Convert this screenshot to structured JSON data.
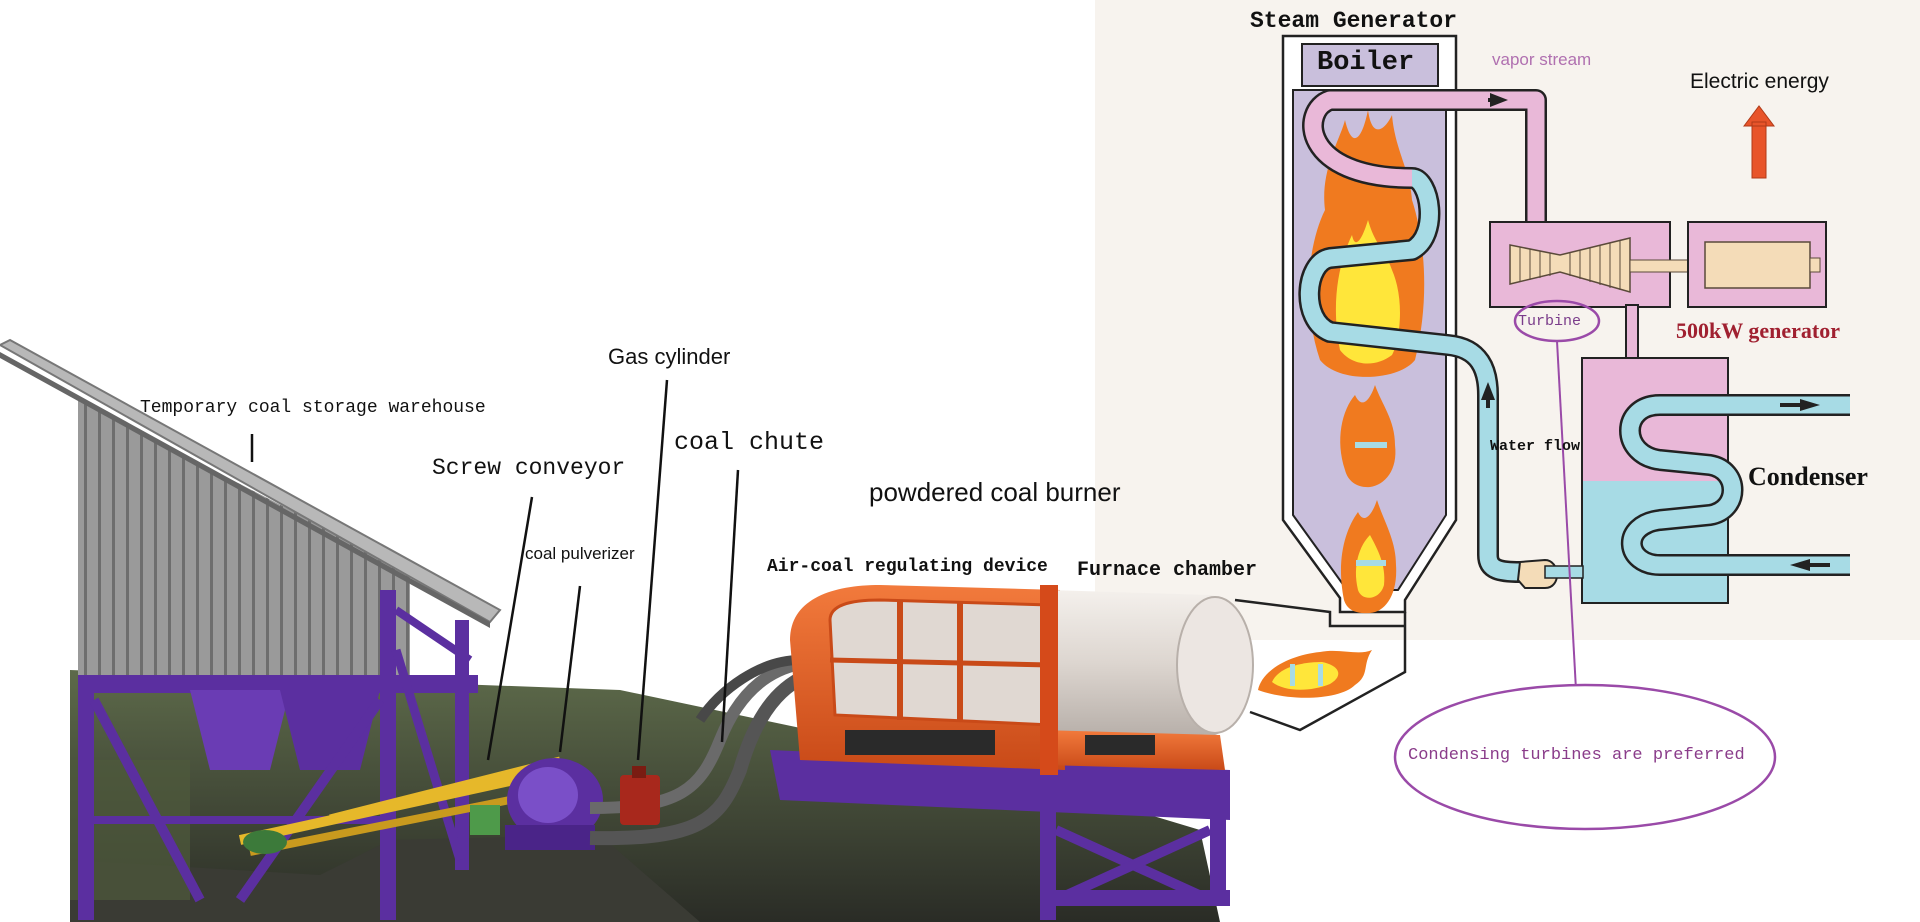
{
  "labels": {
    "temporary_storage": "Temporary coal storage warehouse",
    "screw_conveyor": "Screw conveyor",
    "coal_pulverizer": "coal pulverizer",
    "gas_cylinder": "Gas cylinder",
    "coal_chute": "coal chute",
    "powdered_coal_burner": "powdered coal burner",
    "air_coal_device": "Air-coal regulating device",
    "furnace_chamber": "Furnace chamber",
    "steam_generator": "Steam Generator",
    "boiler": "Boiler",
    "vapor_stream": "vapor stream",
    "electric_energy": "Electric energy",
    "turbine": "Turbine",
    "generator": "500kW  generator",
    "water_flow": "Water flow",
    "condenser": "Condenser",
    "condensing_note": "Condensing turbines are preferred"
  },
  "colors": {
    "steel_purple": "#5b2fa0",
    "roof_gray": "#8c8c8c",
    "drum_orange": "#e8622a",
    "drum_white": "#e8e2de",
    "ground": "#2e2f2a",
    "yellow_pipe": "#e6b82a",
    "boiler_fill": "#c9bfdc",
    "vapor_pink": "#e9b8d8",
    "water_blue": "#a7dbe5",
    "flame_orange": "#f07a1f",
    "flame_yellow": "#ffe63a",
    "arrow_orange": "#e8542a",
    "note_purple": "#9a4aa8",
    "generator_red": "#a02030"
  }
}
